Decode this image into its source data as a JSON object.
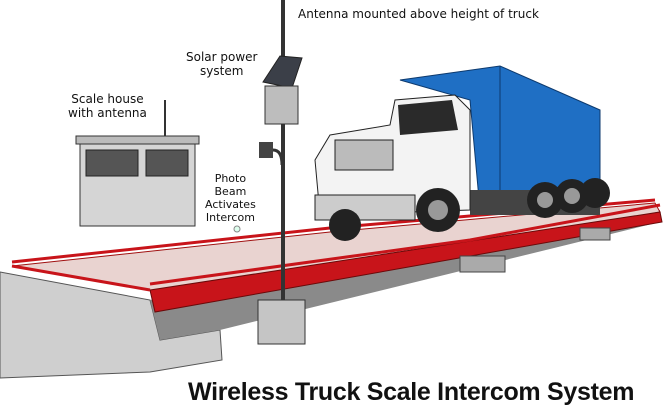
{
  "labels": {
    "antenna": "Antenna mounted above height of truck",
    "solar_line1": "Solar power",
    "solar_line2": "system",
    "house_line1": "Scale house",
    "house_line2": "with antenna",
    "photo_line1": "Photo",
    "photo_line2": "Beam",
    "photo_line3": "Activates",
    "photo_line4": "Intercom"
  },
  "title": "Wireless Truck Scale Intercom System",
  "colors": {
    "scale_red": "#c8141a",
    "truck_blue": "#1f6fc4",
    "concrete": "#c9c9c9"
  }
}
